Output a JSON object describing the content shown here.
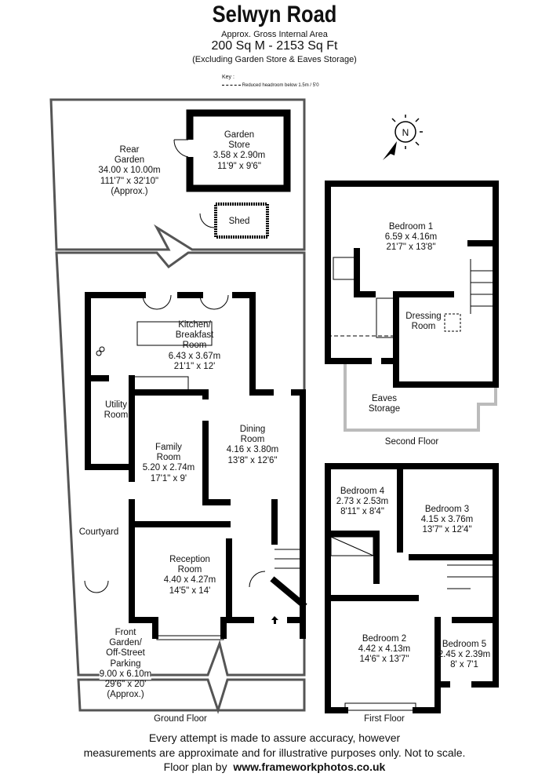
{
  "header": {
    "title": "Selwyn Road",
    "area_caption": "Approx. Gross Internal Area",
    "area": "200 Sq M  -  2153 Sq Ft",
    "exclusion": "(Excluding Garden Store & Eaves Storage)",
    "key_label": "Key :",
    "key_item": "Reduced  headroom below 1.5m / 5'0"
  },
  "compass": {
    "letter": "N"
  },
  "ground_floor": {
    "label": "Ground Floor",
    "rooms": {
      "rear_garden": [
        "Rear",
        "Garden",
        "34.00 x 10.00m",
        "111'7\" x 32'10\"",
        "(Approx.)"
      ],
      "garden_store": [
        "Garden",
        "Store",
        "3.58 x 2.90m",
        "11'9\" x 9'6\""
      ],
      "shed": [
        "Shed"
      ],
      "kitchen": [
        "Kitchen/",
        "Breakfast",
        "Room",
        "6.43 x 3.67m",
        "21'1\" x 12'"
      ],
      "utility": [
        "Utility",
        "Room"
      ],
      "family": [
        "Family",
        "Room",
        "5.20 x 2.74m",
        "17'1\" x 9'"
      ],
      "dining": [
        "Dining",
        "Room",
        "4.16 x 3.80m",
        "13'8\" x 12'6\""
      ],
      "courtyard": [
        "Courtyard"
      ],
      "reception": [
        "Reception",
        "Room",
        "4.40 x 4.27m",
        "14'5\" x 14'"
      ],
      "front_garden": [
        "Front",
        "Garden/",
        "Off-Street",
        "Parking",
        "9.00 x 6.10m",
        "29'6\" x 20'",
        "(Approx.)"
      ]
    }
  },
  "second_floor": {
    "label": "Second Floor",
    "rooms": {
      "bedroom1": [
        "Bedroom 1",
        "6.59 x 4.16m",
        "21'7\" x 13'8\""
      ],
      "dressing": [
        "Dressing",
        "Room"
      ],
      "eaves": [
        "Eaves",
        "Storage"
      ]
    }
  },
  "first_floor": {
    "label": "First Floor",
    "rooms": {
      "bedroom4": [
        "Bedroom 4",
        "2.73 x 2.53m",
        "8'11\" x 8'4\""
      ],
      "bedroom3": [
        "Bedroom 3",
        "4.15 x 3.76m",
        "13'7\" x 12'4\""
      ],
      "bedroom2": [
        "Bedroom 2",
        "4.42 x 4.13m",
        "14'6\" x 13'7\""
      ],
      "bedroom5": [
        "Bedroom 5",
        "2.45 x 2.39m",
        "8' x 7'1"
      ]
    }
  },
  "footer": {
    "line1": "Every attempt is made to assure accuracy, however",
    "line2": "measurements are approximate and for illustrative purposes only. Not to scale.",
    "credit_prefix": "Floor plan by",
    "credit_url": "www.frameworkphotos.co.uk"
  },
  "colors": {
    "wall": "#000000",
    "boundary": "#555555",
    "eaves": "#bbbbbb"
  }
}
